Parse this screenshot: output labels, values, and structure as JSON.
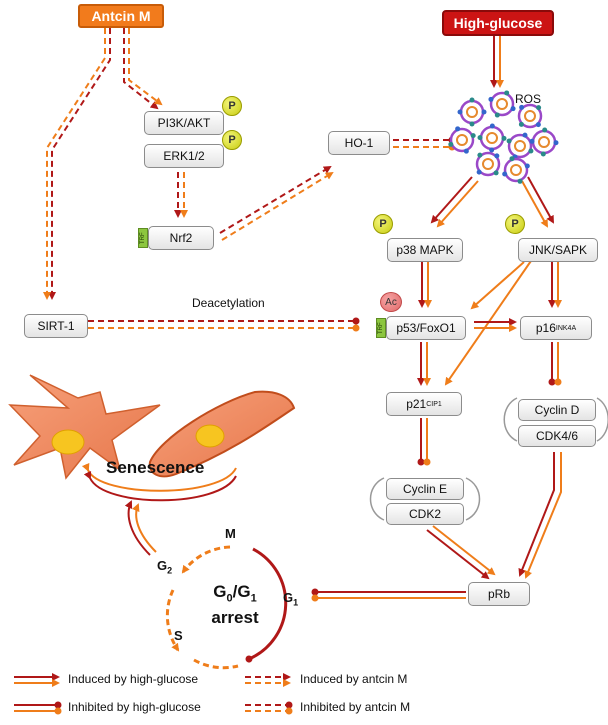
{
  "colors": {
    "red": "#b01818",
    "orange": "#ef7d1a",
    "antcin_fill": "#f27b1c",
    "glucose_fill": "#cc1414"
  },
  "sources": {
    "antcin": "Antcin M",
    "glucose": "High-glucose"
  },
  "nodes": {
    "pi3k": "PI3K/AKT",
    "erk": "ERK1/2",
    "nrf2": "Nrf2",
    "ho1": "HO-1",
    "ros": "ROS",
    "p38": "p38 MAPK",
    "jnk": "JNK/SAPK",
    "sirt1": "SIRT-1",
    "p53": "p53/FoxO1",
    "p16_main": "p16",
    "p16_sup": "INK4A",
    "p21_main": "p21",
    "p21_sup": "CIP1",
    "cyclin_d": "Cyclin D",
    "cdk46": "CDK4/6",
    "cyclin_e": "Cyclin E",
    "cdk2": "CDK2",
    "prb": "pRb"
  },
  "badges": {
    "phospho": "P",
    "acetyl": "Ac",
    "trf": "TRF"
  },
  "labels": {
    "deacetylation": "Deacetylation",
    "senescence": "Senescence"
  },
  "cycle": {
    "center_line1": "G",
    "center_sub0": "0",
    "center_slash": "/G",
    "center_sub1": "1",
    "center_line2": "arrest",
    "m": "M",
    "g2_main": "G",
    "g2_sub": "2",
    "g1_main": "G",
    "g1_sub": "1",
    "s": "S"
  },
  "legend": [
    {
      "text": "Induced by high-glucose"
    },
    {
      "text": "Induced by antcin M"
    },
    {
      "text": "Inhibited by high-glucose"
    },
    {
      "text": "Inhibited by antcin M"
    }
  ]
}
